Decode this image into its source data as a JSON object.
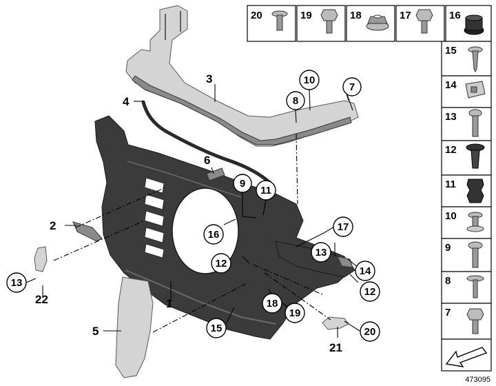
{
  "figure_ref": "473095",
  "callouts": [
    {
      "label": "1"
    },
    {
      "label": "2"
    },
    {
      "label": "3"
    },
    {
      "label": "4"
    },
    {
      "label": "5"
    },
    {
      "label": "6"
    },
    {
      "label": "7"
    },
    {
      "label": "8"
    },
    {
      "label": "9"
    },
    {
      "label": "10"
    },
    {
      "label": "11"
    },
    {
      "label": "12"
    },
    {
      "label": "12"
    },
    {
      "label": "13"
    },
    {
      "label": "13"
    },
    {
      "label": "14"
    },
    {
      "label": "15"
    },
    {
      "label": "16"
    },
    {
      "label": "17"
    },
    {
      "label": "18"
    },
    {
      "label": "19"
    },
    {
      "label": "20"
    },
    {
      "label": "21"
    },
    {
      "label": "22"
    }
  ],
  "legend_top": [
    {
      "label": "20",
      "icon": "screw-washer-icon"
    },
    {
      "label": "19",
      "icon": "hex-bolt-icon"
    },
    {
      "label": "18",
      "icon": "flange-nut-icon"
    },
    {
      "label": "17",
      "icon": "hex-bolt-icon"
    },
    {
      "label": "16",
      "icon": "rubber-grommet-icon"
    }
  ],
  "legend_side": [
    {
      "label": "15",
      "icon": "tapping-screw-icon"
    },
    {
      "label": "14",
      "icon": "clip-nut-icon"
    },
    {
      "label": "13",
      "icon": "torx-bolt-icon"
    },
    {
      "label": "12",
      "icon": "plastic-rivet-icon"
    },
    {
      "label": "11",
      "icon": "bellows-grommet-icon"
    },
    {
      "label": "10",
      "icon": "expanding-rivet-icon"
    },
    {
      "label": "9",
      "icon": "torx-screw-icon"
    },
    {
      "label": "8",
      "icon": "washer-screw-icon"
    },
    {
      "label": "7",
      "icon": "hex-bolt-icon"
    }
  ]
}
